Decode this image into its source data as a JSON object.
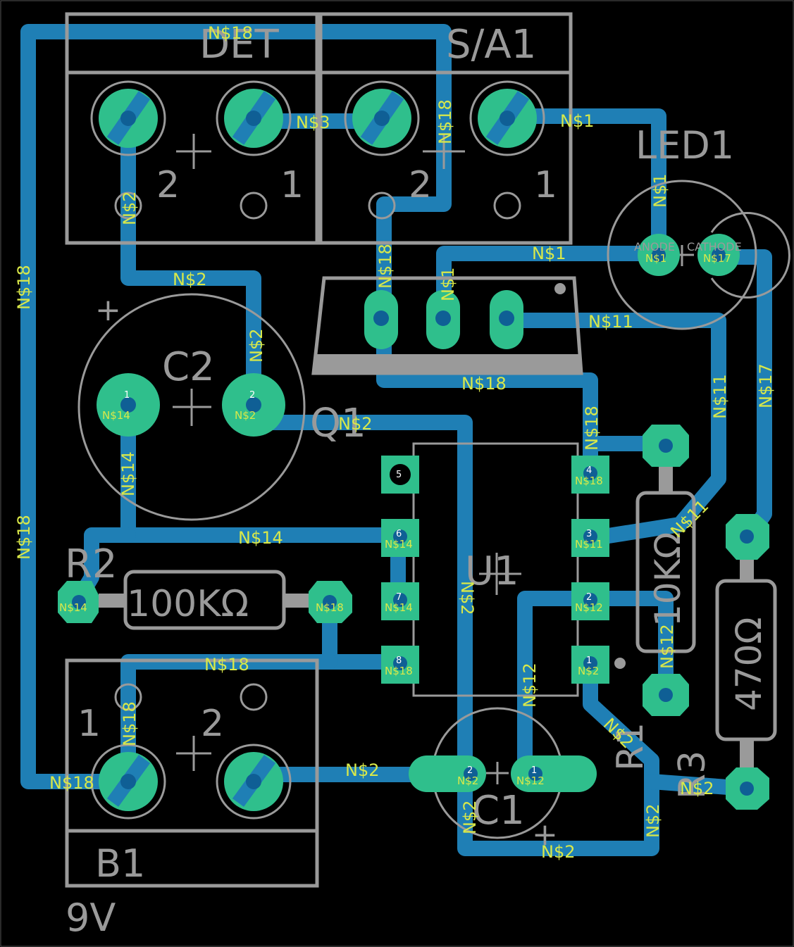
{
  "colors": {
    "background": "#000000",
    "silkscreen": "#9a9a9a",
    "copper": "#1f7fb5",
    "pad": "#2fbf8c",
    "net_text": "#d8e84a"
  },
  "components": {
    "det": {
      "name": "DET",
      "pin1": "1",
      "pin2": "2"
    },
    "sa1": {
      "name": "S/A1",
      "pin1": "1",
      "pin2": "2"
    },
    "led1": {
      "name": "LED1",
      "anode": "ANODE",
      "cathode": "CATHODE"
    },
    "c2": {
      "name": "C2",
      "plus": "+"
    },
    "q1": {
      "name": "Q1"
    },
    "u1": {
      "name": "U1"
    },
    "r2": {
      "name": "R2",
      "value": "100KΩ"
    },
    "r1": {
      "name": "R1",
      "value": "10KΩ"
    },
    "r3": {
      "name": "R3",
      "value": "470Ω"
    },
    "b1": {
      "name": "B1",
      "value": "9V",
      "pin1": "1",
      "pin2": "2"
    },
    "c1": {
      "name": "C1",
      "plus": "+"
    }
  },
  "nets": {
    "n1": "N$1",
    "n2": "N$2",
    "n3": "N$3",
    "n11": "N$11",
    "n12": "N$12",
    "n14": "N$14",
    "n17": "N$17",
    "n18": "N$18"
  },
  "pin_numbers": {
    "p1": "1",
    "p2": "2",
    "p3": "3",
    "p4": "4",
    "p5": "5",
    "p6": "6",
    "p7": "7",
    "p8": "8"
  }
}
